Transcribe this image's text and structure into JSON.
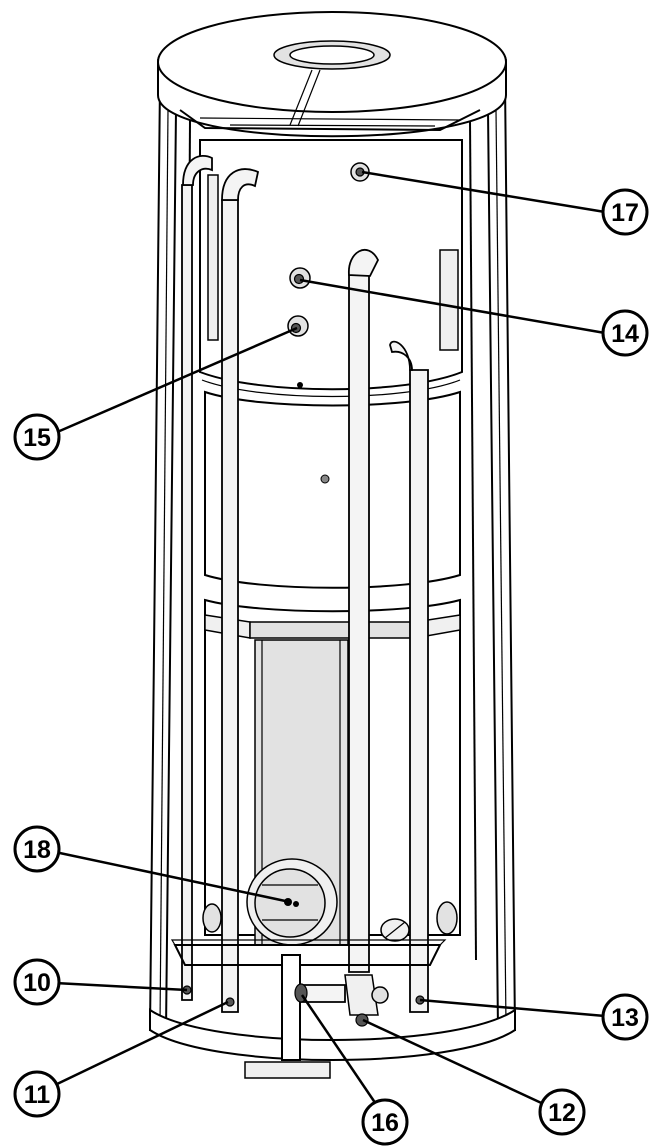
{
  "figure": {
    "callouts": [
      {
        "id": "c17",
        "label": "17"
      },
      {
        "id": "c14",
        "label": "14"
      },
      {
        "id": "c15",
        "label": "15"
      },
      {
        "id": "c18",
        "label": "18"
      },
      {
        "id": "c10",
        "label": "10"
      },
      {
        "id": "c13",
        "label": "13"
      },
      {
        "id": "c11",
        "label": "11"
      },
      {
        "id": "c16",
        "label": "16"
      },
      {
        "id": "c12",
        "label": "12"
      }
    ],
    "colors": {
      "line": "#000000",
      "background": "#ffffff",
      "shade": "#e2e2e2"
    }
  }
}
